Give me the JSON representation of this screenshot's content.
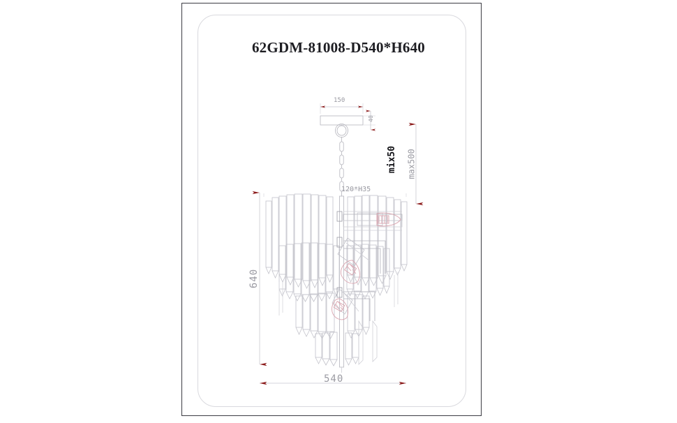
{
  "sheet": {
    "title": "62GDM-81008-D540*H640"
  },
  "dimensions": {
    "canopy_width": "150",
    "canopy_height": "40",
    "chain_adjust_min": "mix50",
    "chain_adjust_max": "max500",
    "socket_spec": "120*H35",
    "fixture_height": "640",
    "fixture_diameter": "540"
  },
  "colors": {
    "sheet_border": "#3b3b42",
    "inner_frame": "#d9d9de",
    "title_text": "#1d1d22",
    "dim_line": "#c9c9d0",
    "dim_arrow": "#8b1a1a",
    "dim_text": "#9a9aa2",
    "dim_text_strong": "#111116",
    "geometry_line": "#b4b4bc",
    "geometry_line_light": "#cfcfd6",
    "bulb_outline": "#d9a3ae",
    "background": "#ffffff"
  },
  "chart_data": {
    "type": "diagram",
    "title": "62GDM-81008-D540*H640",
    "subject": "multi-tier crystal rod chandelier, front elevation",
    "annotations": [
      {
        "label": "150",
        "kind": "horizontal-dimension",
        "target": "ceiling canopy plate width"
      },
      {
        "label": "40",
        "kind": "vertical-dimension",
        "target": "ceiling canopy plate height"
      },
      {
        "label": "mix50",
        "kind": "vertical-dimension",
        "target": "minimum suspension drop"
      },
      {
        "label": "max500",
        "kind": "vertical-dimension",
        "target": "maximum suspension drop"
      },
      {
        "label": "120*H35",
        "kind": "leader-note",
        "target": "lamp socket / holder spec"
      },
      {
        "label": "640",
        "kind": "vertical-dimension",
        "target": "overall fixture body height"
      },
      {
        "label": "540",
        "kind": "horizontal-dimension",
        "target": "overall fixture diameter"
      }
    ]
  }
}
